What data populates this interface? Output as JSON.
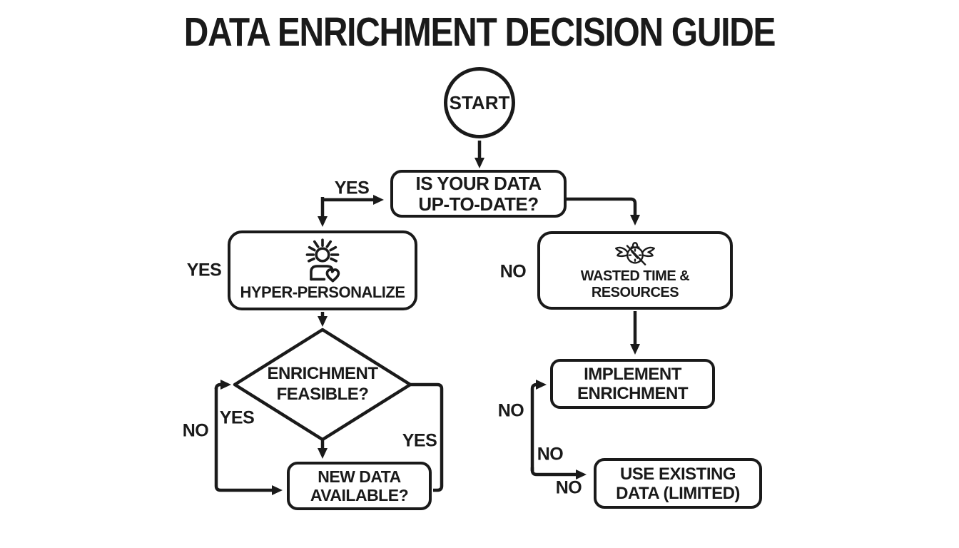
{
  "title": "DATA ENRICHMENT DECISION GUIDE",
  "colors": {
    "ink": "#1a1a1a",
    "background": "#ffffff"
  },
  "nodes": {
    "start": {
      "label": "START"
    },
    "data_up_to_date": {
      "line1": "IS YOUR DATA",
      "line2": "UP-TO-DATE?"
    },
    "hyper_personalize": {
      "label": "HYPER-PERSONALIZE",
      "icon": "person-sun-heart-icon"
    },
    "wasted_time": {
      "label": "WASTED TIME & RESOURCES",
      "icon": "winged-stopwatch-icon"
    },
    "enrichment_feasible": {
      "line1": "ENRICHMENT",
      "line2": "FEASIBLE?"
    },
    "new_data_available": {
      "line1": "NEW DATA",
      "line2": "AVAILABLE?"
    },
    "implement_enrichment": {
      "line1": "IMPLEMENT",
      "line2": "ENRICHMENT"
    },
    "use_existing_data": {
      "line1": "USE EXISTING",
      "line2": "DATA (LIMITED)"
    }
  },
  "edge_labels": {
    "yes_to_decision": "YES",
    "yes_left_of_hyper": "YES",
    "no_right_branch": "NO",
    "yes_loop_left": "YES",
    "no_loop_left": "NO",
    "yes_loop_right": "YES",
    "no_to_implement": "NO",
    "no_mid": "NO",
    "no_to_use_existing": "NO"
  }
}
